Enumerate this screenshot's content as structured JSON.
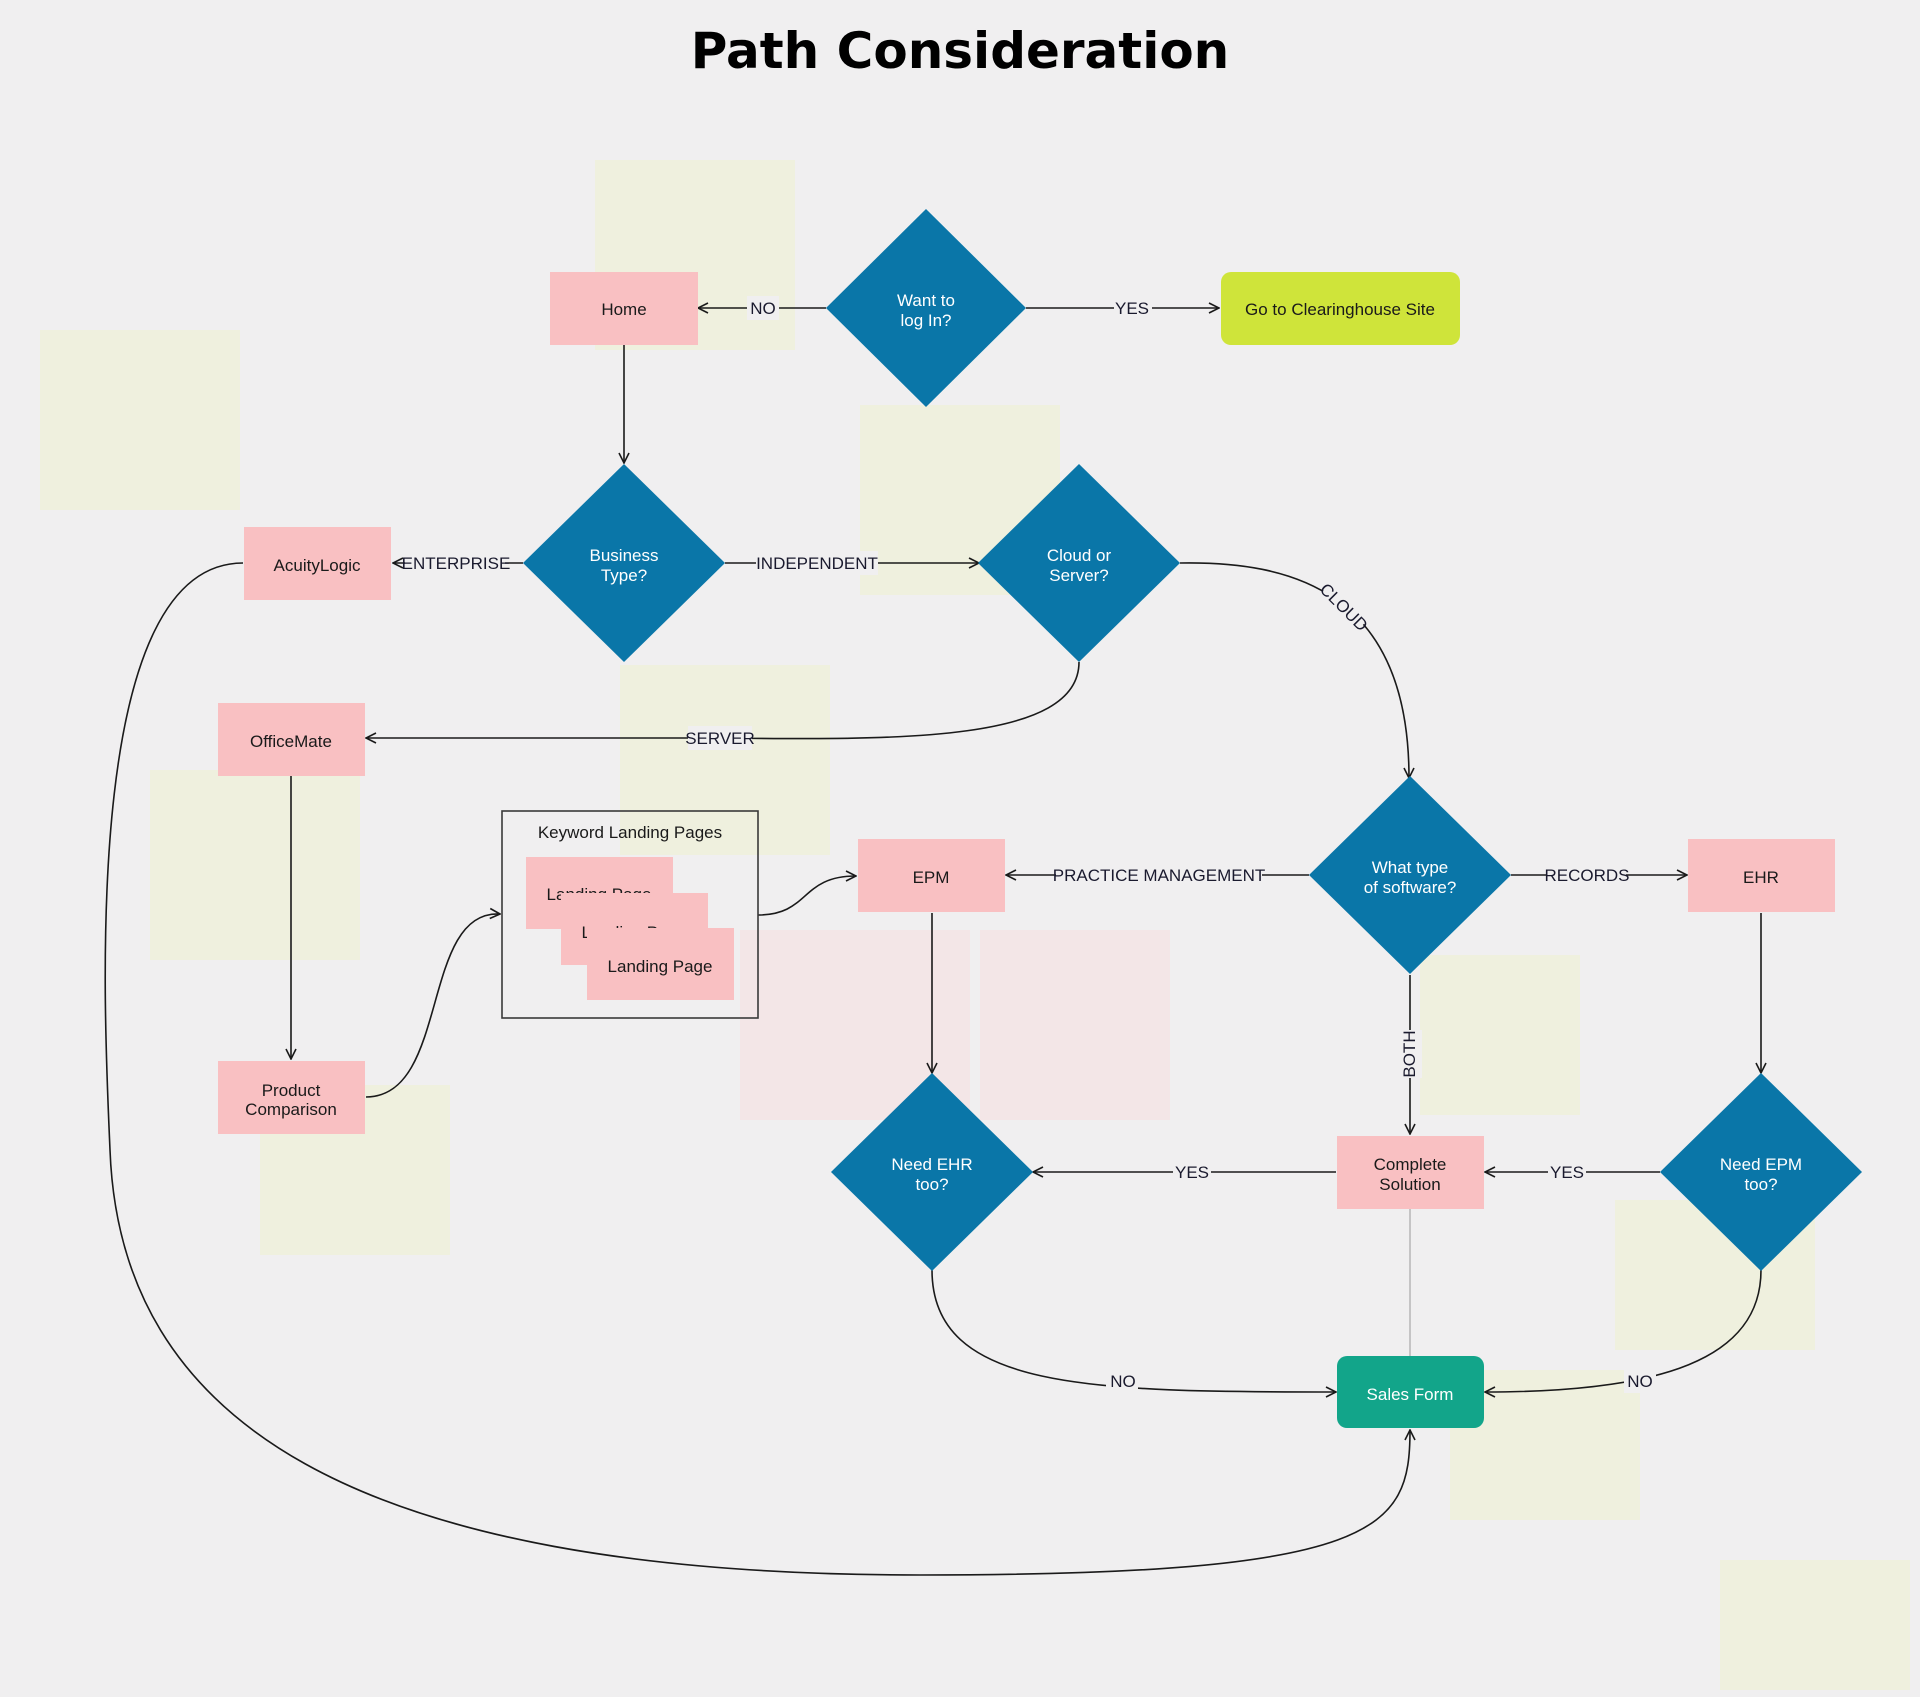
{
  "title": "Path Consideration",
  "colors": {
    "background": "#f0eff0",
    "process": "#f9c0c2",
    "decision": "#0a76a8",
    "external": "#cfe43a",
    "terminal": "#12a58a",
    "line": "#1a1a1a"
  },
  "nodes": {
    "home": "Home",
    "want_login": [
      "Want to",
      "log In?"
    ],
    "clearinghouse": "Go to Clearinghouse Site",
    "business_type": [
      "Business",
      "Type?"
    ],
    "acuitylogic": "AcuityLogic",
    "cloud_server": [
      "Cloud or",
      "Server?"
    ],
    "officemate": "OfficeMate",
    "keyword_group": "Keyword Landing Pages",
    "landing_pages": [
      "Landing Page",
      "Landing Page",
      "Landing Page"
    ],
    "product_comparison": [
      "Product",
      "Comparison"
    ],
    "epm": "EPM",
    "what_type": [
      "What type",
      "of software?"
    ],
    "ehr": "EHR",
    "need_ehr": [
      "Need EHR",
      "too?"
    ],
    "complete_solution": [
      "Complete",
      "Solution"
    ],
    "need_epm": [
      "Need EPM",
      "too?"
    ],
    "sales_form": "Sales Form"
  },
  "edge_labels": {
    "no_home": "NO",
    "yes_clearinghouse": "YES",
    "enterprise": "ENTERPRISE",
    "independent": "INDEPENDENT",
    "cloud": "CLOUD",
    "server": "SERVER",
    "practice_management": "PRACTICE MANAGEMENT",
    "records": "RECORDS",
    "both": "BOTH",
    "yes_need_ehr": "YES",
    "yes_need_epm": "YES",
    "no_need_ehr": "NO",
    "no_need_epm": "NO"
  }
}
